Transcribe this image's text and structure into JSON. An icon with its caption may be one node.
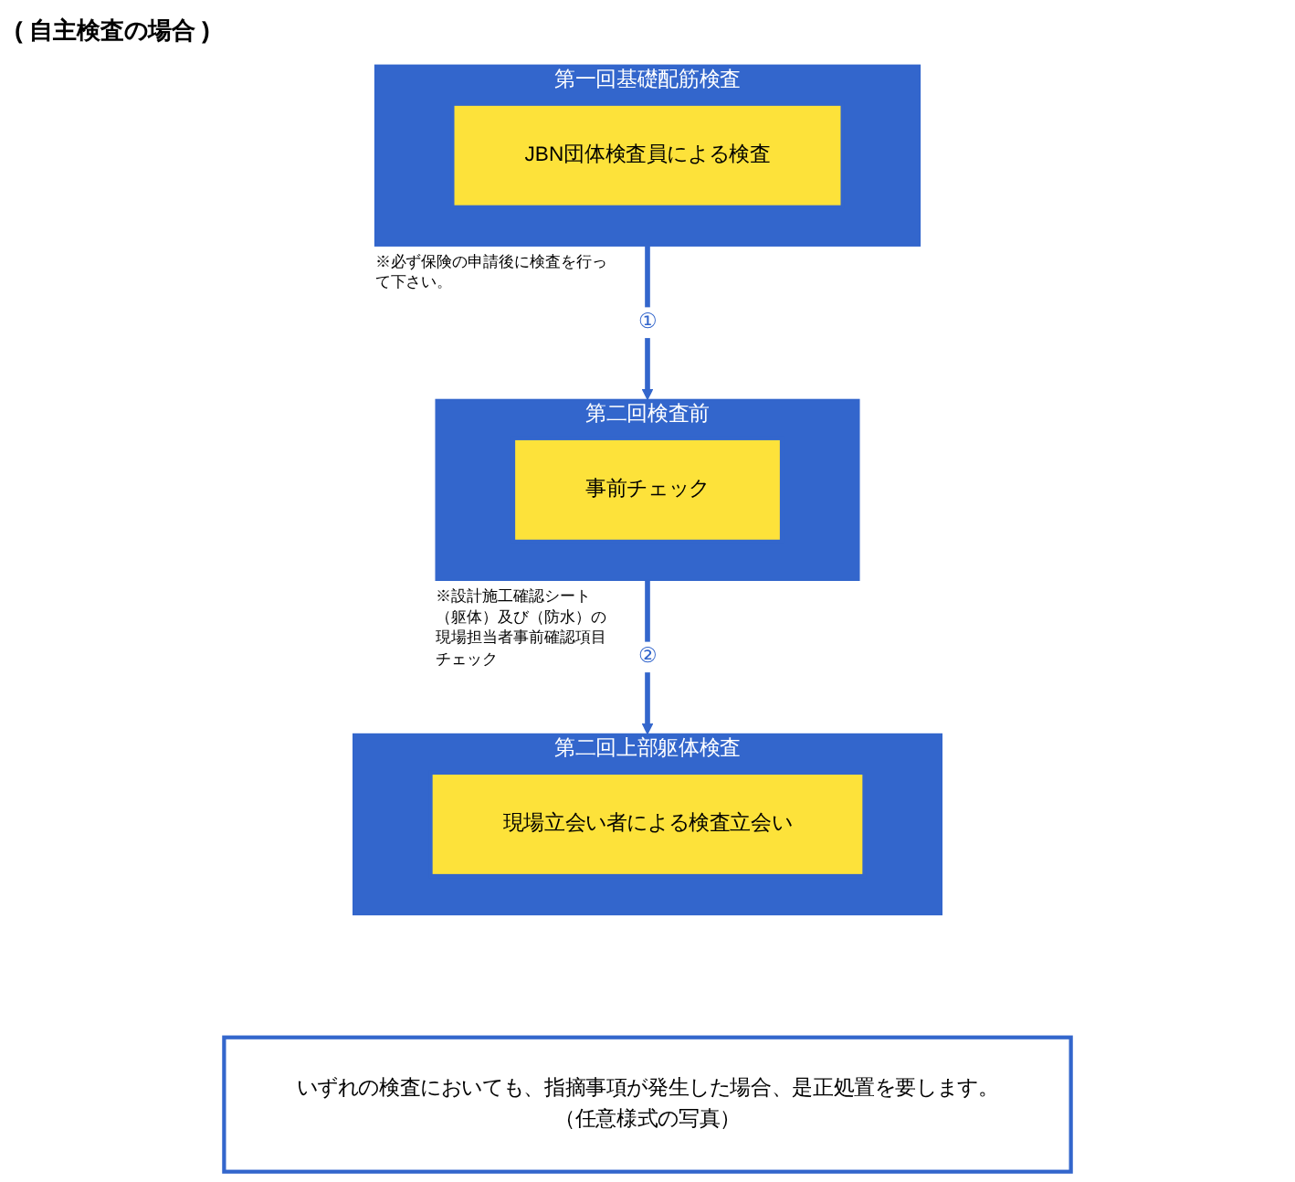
{
  "diagram": {
    "title": "( 自主検査の場合 )",
    "nodes": [
      {
        "text": [
          "第一回基礎配筋検査"
        ],
        "beside": [
          "※必ず保険の申請後に検査を行って下さい。"
        ]
      },
      {
        "text": [
          "JBN団体検査員による検査"
        ],
        "in": 0
      },
      {
        "text": [
          "第二回検査前"
        ],
        "beside": [
          "※設計施工確認シート（躯体）及び（防水）の現場担当者事前確認項目チェック"
        ]
      },
      {
        "text": [
          "事前チェック"
        ],
        "in": 2
      },
      {
        "text": [
          "第二回上部躯体検査"
        ]
      },
      {
        "text": [
          "現場立会い者による検査立会い"
        ],
        "in": 4
      },
      {
        "text": [
          "いずれの検査においても、指摘事項が発生した場合、是正処置を要します。",
          "（任意様式の写真）"
        ]
      }
    ],
    "edges": [
      {
        "from": 0,
        "to": 2,
        "arrow": "to",
        "label": "①"
      },
      {
        "from": 2,
        "to": 4,
        "arrow": "to",
        "label": "②"
      }
    ]
  }
}
